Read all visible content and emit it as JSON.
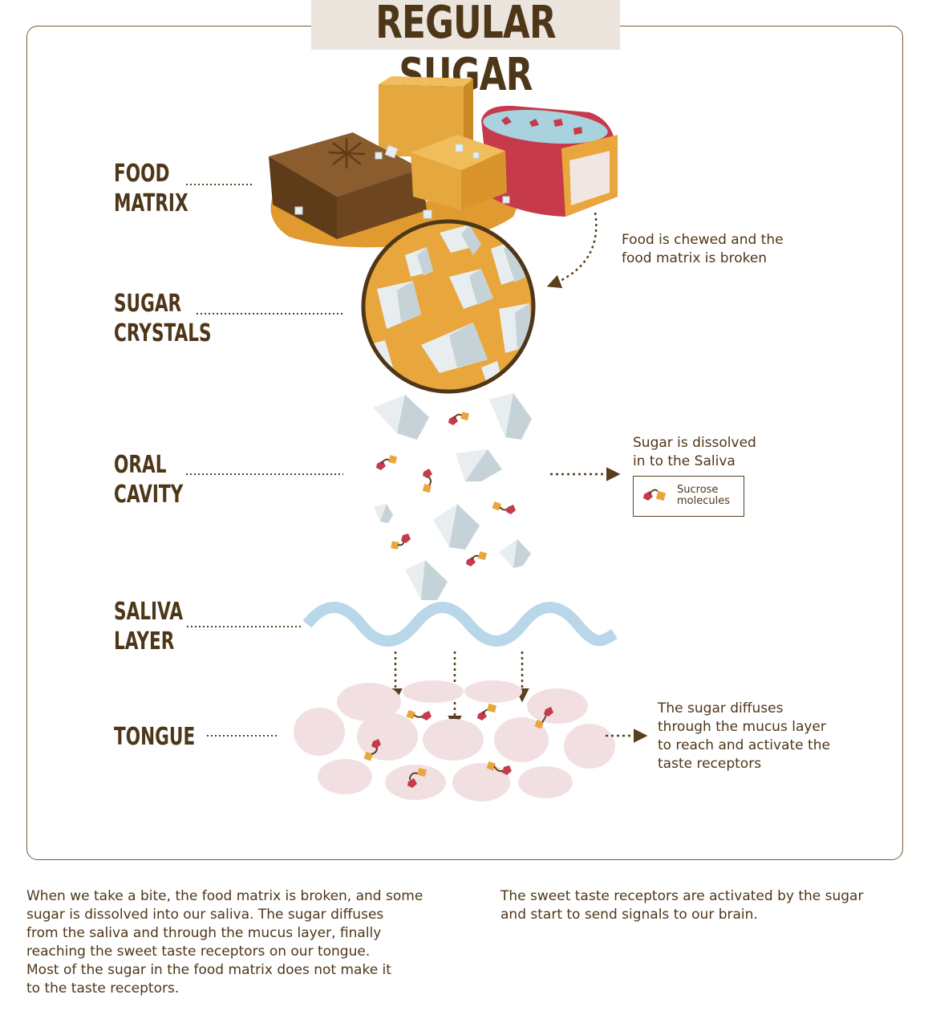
{
  "title": "REGULAR SUGAR",
  "stages": {
    "food_matrix": "FOOD\nMATRIX",
    "sugar_crystals": "SUGAR\nCRYSTALS",
    "oral_cavity": "ORAL\nCAVITY",
    "saliva_layer": "SALIVA\nLAYER",
    "tongue": "TONGUE"
  },
  "notes": {
    "chewed": "Food is chewed and the\nfood matrix is broken",
    "dissolved": "Sugar is dissolved\nin to the Saliva",
    "diffuses": "The sugar diffuses\nthrough the mucus layer\nto reach and activate the\ntaste receptors"
  },
  "legend": {
    "label": "Sucrose\nmolecules"
  },
  "body": {
    "left": "When we take a bite, the food matrix is broken, and some\nsugar is dissolved into our saliva. The sugar diffuses\nfrom the saliva and through the mucus layer, finally\nreaching the sweet taste receptors on our tongue.\nMost of the sugar in the food matrix does not make it\nto the taste receptors.",
    "right": "The sweet taste receptors are activated by the sugar\nand start to send signals to our brain."
  },
  "colors": {
    "brown": "#4e3618",
    "orange": "#e8a63c",
    "chocolate": "#7a5128",
    "red": "#c63a4b",
    "crystal": "#e8eef0",
    "crystal_shade": "#c5d3d8",
    "saliva": "#b8d8ea",
    "tongue": "#f2dfe2"
  }
}
